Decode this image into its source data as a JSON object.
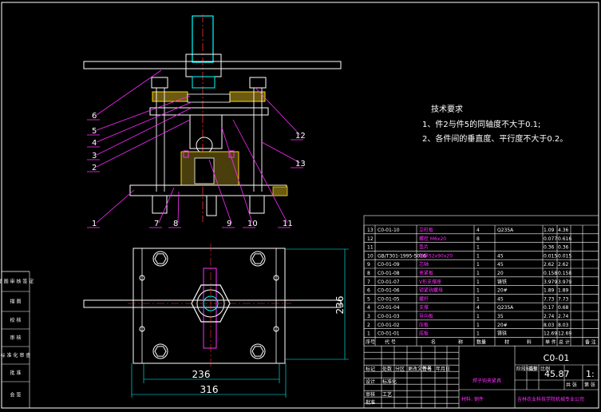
{
  "notes": {
    "title": "技术要求",
    "line1": "1、件2与件5的同轴度不大于0.1;",
    "line2": "2、各件间的垂直度、平行度不大于0.2。"
  },
  "balloons": [
    "1",
    "2",
    "3",
    "4",
    "5",
    "6",
    "7",
    "8",
    "9",
    "10",
    "11",
    "12",
    "13"
  ],
  "dimensions": {
    "inner_width": "236",
    "outer_width": "316",
    "height": "236"
  },
  "left_strip": [
    "描 图 审 核 签 定",
    "描   图",
    "校   核",
    "审   核",
    "标 准 化 审 查",
    "批   准",
    "会   签"
  ],
  "bom": {
    "rows": [
      {
        "no": "13",
        "code": "C0-01-10",
        "name": "立柱板",
        "qty": "4",
        "material": "Q235A",
        "w1": "1.09",
        "w2": "4.36"
      },
      {
        "no": "12",
        "code": "",
        "name": "螺栓 M6x20",
        "qty": "8",
        "material": "",
        "w1": "0.077",
        "w2": "0.616"
      },
      {
        "no": "11",
        "code": "",
        "name": "垫片",
        "qty": "1",
        "material": "",
        "w1": "0.36",
        "w2": "0.36"
      },
      {
        "no": "10",
        "code": "GB/T301-1995-5016",
        "name": "轴承52x90x20",
        "qty": "1",
        "material": "45",
        "w1": "0.015",
        "w2": "0.015"
      },
      {
        "no": "9",
        "code": "C0-01-09",
        "name": "芯轴",
        "qty": "1",
        "material": "45",
        "w1": "2.62",
        "w2": "2.62"
      },
      {
        "no": "8",
        "code": "C0-01-08",
        "name": "夹紧板",
        "qty": "1",
        "material": "20",
        "w1": "0.158",
        "w2": "0.158"
      },
      {
        "no": "7",
        "code": "C0-01-07",
        "name": "V形支撑座",
        "qty": "1",
        "material": "铸铁",
        "w1": "3.979",
        "w2": "3.979"
      },
      {
        "no": "6",
        "code": "C0-01-06",
        "name": "锁紧钩螺母",
        "qty": "1",
        "material": "20#",
        "w1": "1.89",
        "w2": "1.89"
      },
      {
        "no": "5",
        "code": "C0-01-05",
        "name": "螺杆",
        "qty": "1",
        "material": "45",
        "w1": "7.73",
        "w2": "7.73"
      },
      {
        "no": "4",
        "code": "C0-01-04",
        "name": "支撑",
        "qty": "4",
        "material": "Q235A",
        "w1": "0.17",
        "w2": "0.68"
      },
      {
        "no": "3",
        "code": "C0-01-03",
        "name": "导向板",
        "qty": "1",
        "material": "35",
        "w1": "2.74",
        "w2": "2.74"
      },
      {
        "no": "2",
        "code": "C0-01-02",
        "name": "压板",
        "qty": "1",
        "material": "20#",
        "w1": "8.03",
        "w2": "8.03"
      },
      {
        "no": "1",
        "code": "C0-01-01",
        "name": "底板",
        "qty": "1",
        "material": "铸铁",
        "w1": "12.69",
        "w2": "12.69"
      }
    ],
    "headers": [
      "序号",
      "代 号",
      "名",
      "称",
      "数量",
      "材",
      "料",
      "单 件",
      "总 计",
      "备 注"
    ],
    "title_code": "C0-01",
    "title_name": "焊子钩夹紧具",
    "material_label": "材料: 钢件",
    "mass": "45.87",
    "scale": "1:",
    "company": "吉林农业科技学院机械专业公司",
    "sub_labels": [
      "标记",
      "处数",
      "分区",
      "更改文件号",
      "签名",
      "年月日",
      "设计",
      "标准化",
      "审核",
      "工艺",
      "批准",
      "阶段标记",
      "重量",
      "比例",
      "共 张",
      "第 张"
    ]
  }
}
